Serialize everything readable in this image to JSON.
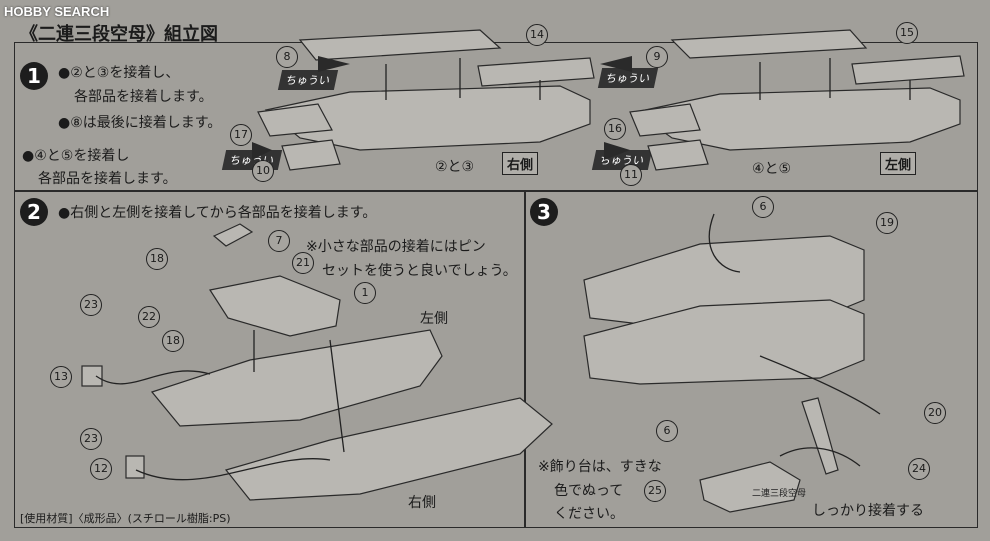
{
  "watermark": "HOBBY SEARCH",
  "title": "《二連三段空母》組立図",
  "steps": [
    {
      "num": "1"
    },
    {
      "num": "2"
    },
    {
      "num": "3"
    }
  ],
  "step1": {
    "lines": [
      "●②と③を接着し、",
      "各部品を接着します。",
      "●⑧は最後に接着します。",
      "●④と⑤を接着し",
      "各部品を接着します。"
    ],
    "right_label": "右側",
    "left_label": "左側",
    "caution": "ちゅうい",
    "right_pair": "②と③",
    "left_pair": "④と⑤"
  },
  "step2": {
    "instruction": "●右側と左側を接着してから各部品を接着します。",
    "note": [
      "※小さな部品の接着にはピン",
      "セットを使うと良いでしょう。"
    ],
    "left_side": "左側",
    "right_side": "右側"
  },
  "step3": {
    "note": [
      "※飾り台は、すきな",
      "色でぬって",
      "ください。"
    ],
    "glue_firmly": "しっかり接着する",
    "stand_plate": "二連三段空母"
  },
  "footer": "[使用材質]〈成形品〉(スチロール樹脂:PS)",
  "part_numbers": [
    "8",
    "14",
    "17",
    "10",
    "9",
    "15",
    "16",
    "11",
    "7",
    "18",
    "21",
    "1",
    "22",
    "18",
    "23",
    "13",
    "23",
    "12",
    "6",
    "19",
    "6",
    "20",
    "24",
    "25"
  ]
}
